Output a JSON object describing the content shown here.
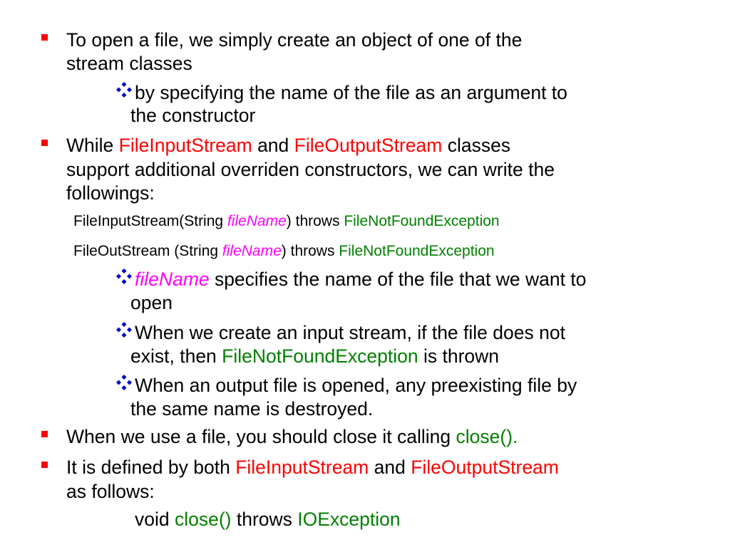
{
  "colors": {
    "bullet": "#ff0000",
    "diamond": "#0000cc",
    "red": "#ff0000",
    "green": "#008000",
    "magenta": "#ff00ff"
  },
  "b1": {
    "line1": "To open a file, we simply create an object of one of the",
    "line2": "stream classes"
  },
  "s1": {
    "line1": "by specifying the name of the file as an argument to",
    "line2": "the constructor"
  },
  "b2": {
    "t1": "While ",
    "c1": "FileInputStream",
    "t2": " and ",
    "c2": "FileOutputStream",
    "t3": " classes",
    "line2": "support additional  overriden constructors, we can write the",
    "line3": "followings:"
  },
  "code1": {
    "a": "FileInputStream(String ",
    "b": "fileName",
    "c": ") throws ",
    "d": "FileNotFoundException"
  },
  "code2": {
    "a": "FileOutStream (String ",
    "b": "fileName",
    "c": ") throws ",
    "d": "FileNotFoundException"
  },
  "s2": {
    "a": "fileName",
    "b": " specifies the name of the file that we want to",
    "line2": "open"
  },
  "s3": {
    "line1": "When we create an input stream, if the file does not",
    "a": "exist, then ",
    "b": "FileNotFoundException",
    "c": " is thrown"
  },
  "s4": {
    "line1": "When an output file is opened, any preexisting file by",
    "line2": "the same name is destroyed."
  },
  "b3": {
    "a": "When we use a file, you should close it calling ",
    "b": "close()."
  },
  "b4": {
    "a": "It is defined by both ",
    "b": "FileInputStream",
    "c": " and ",
    "d": "FileOutputStream",
    "line2": "as follows:"
  },
  "code3": {
    "a": "void ",
    "b": "close()",
    "c": "  throws ",
    "d": "IOException"
  }
}
